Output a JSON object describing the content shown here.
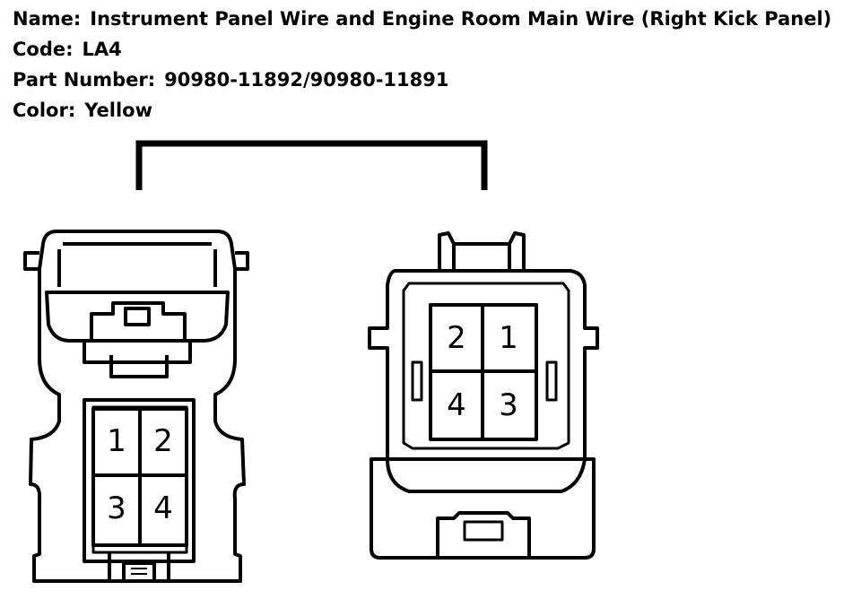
{
  "header": {
    "name_label": "Name:",
    "name_value": "Instrument Panel Wire and Engine Room Main Wire (Right Kick Panel)",
    "code_label": "Code:",
    "code_value": "LA4",
    "part_label": "Part Number:",
    "part_value": "90980-11892/90980-11891",
    "color_label": "Color:",
    "color_value": "Yellow"
  },
  "left_connector": {
    "pins": [
      "1",
      "2",
      "3",
      "4"
    ]
  },
  "right_connector": {
    "pins": [
      "2",
      "1",
      "4",
      "3"
    ]
  }
}
